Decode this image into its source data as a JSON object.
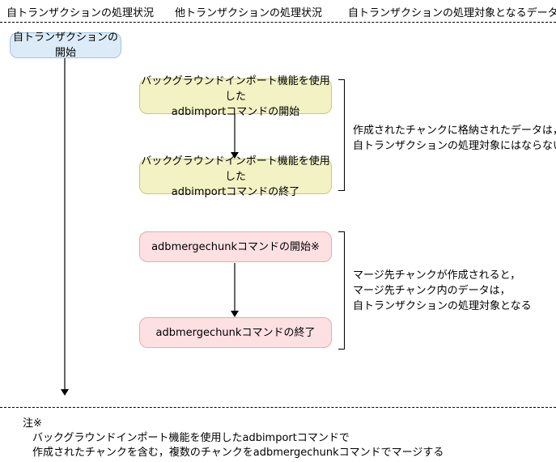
{
  "headers": {
    "col1": "自トランザクションの処理状況",
    "col2": "他トランザクションの処理状況",
    "col3": "自トランザクションの処理対象となるデータ"
  },
  "boxes": {
    "start_tx": "自トランザクションの開始",
    "import_start": [
      "バックグラウンドインポート機能を使用した",
      "adbimportコマンドの開始"
    ],
    "import_end": [
      "バックグラウンドインポート機能を使用した",
      "adbimportコマンドの終了"
    ],
    "merge_start": "adbmergechunkコマンドの開始※",
    "merge_end": "adbmergechunkコマンドの終了"
  },
  "explanations": {
    "import": [
      "作成されたチャンクに格納されたデータは，",
      "自トランザクションの処理対象にはならない"
    ],
    "merge": [
      "マージ先チャンクが作成されると，",
      "マージ先チャンク内のデータは，",
      "自トランザクションの処理対象となる"
    ]
  },
  "note": {
    "title": "注※",
    "lines": [
      "バックグラウンドインポート機能を使用したadbimportコマンドで",
      "作成されたチャンクを含む，複数のチャンクをadbmergechunkコマンドでマージする"
    ]
  },
  "colors": {
    "start_box": "#dcebf8",
    "import_box": "#f2f2c4",
    "merge_box": "#fde0e2"
  }
}
